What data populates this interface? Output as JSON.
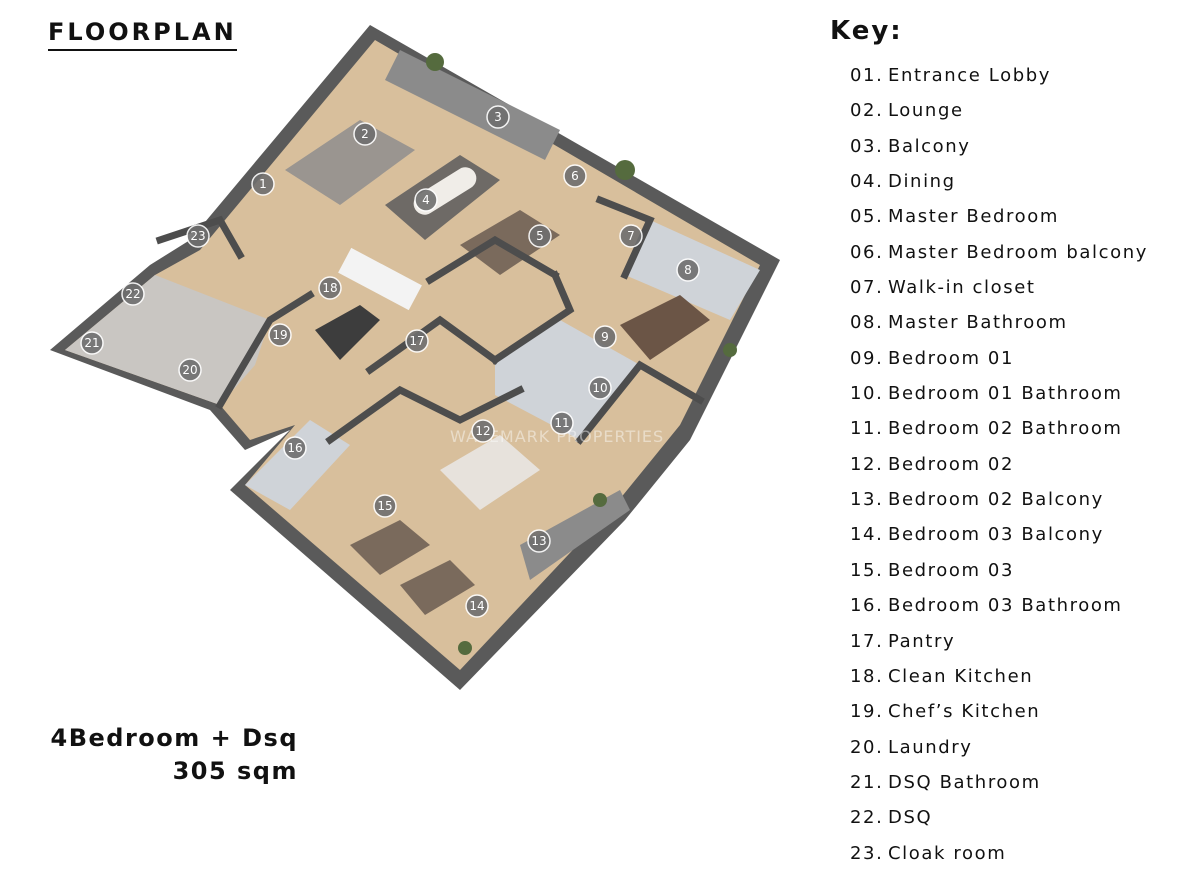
{
  "header": {
    "title": "FLOORPLAN"
  },
  "unit": {
    "type": "4Bedroom + Dsq",
    "area": "305 sqm"
  },
  "watermark": "WAVEMARK PROPERTIES",
  "key": {
    "title": "Key:",
    "items": [
      {
        "num": "01.",
        "label": "Entrance Lobby"
      },
      {
        "num": "02.",
        "label": "Lounge"
      },
      {
        "num": "03.",
        "label": "Balcony"
      },
      {
        "num": "04.",
        "label": "Dining"
      },
      {
        "num": "05.",
        "label": "Master Bedroom"
      },
      {
        "num": "06.",
        "label": "Master Bedroom balcony"
      },
      {
        "num": "07.",
        "label": "Walk-in closet"
      },
      {
        "num": "08.",
        "label": "Master Bathroom"
      },
      {
        "num": "09.",
        "label": "Bedroom 01"
      },
      {
        "num": "10.",
        "label": "Bedroom 01 Bathroom"
      },
      {
        "num": "11.",
        "label": "Bedroom 02 Bathroom"
      },
      {
        "num": "12.",
        "label": "Bedroom 02"
      },
      {
        "num": "13.",
        "label": "Bedroom 02 Balcony"
      },
      {
        "num": "14.",
        "label": "Bedroom 03 Balcony"
      },
      {
        "num": "15.",
        "label": "Bedroom 03"
      },
      {
        "num": "16.",
        "label": "Bedroom 03 Bathroom"
      },
      {
        "num": "17.",
        "label": "Pantry"
      },
      {
        "num": "18.",
        "label": "Clean Kitchen"
      },
      {
        "num": "19.",
        "label": "Chef’s Kitchen"
      },
      {
        "num": "20.",
        "label": "Laundry"
      },
      {
        "num": "21.",
        "label": "DSQ Bathroom"
      },
      {
        "num": "22.",
        "label": "DSQ"
      },
      {
        "num": "23.",
        "label": "Cloak room"
      }
    ]
  },
  "plan_markers": [
    "1",
    "2",
    "3",
    "4",
    "5",
    "6",
    "7",
    "8",
    "9",
    "10",
    "11",
    "12",
    "13",
    "14",
    "15",
    "16",
    "17",
    "18",
    "19",
    "20",
    "21",
    "22",
    "23"
  ],
  "colors": {
    "floor_wood": "#d8bf9c",
    "wall_dark": "#4d4d4d",
    "tile_grey": "#c9c6c2",
    "marker": "#6f6f6f"
  }
}
